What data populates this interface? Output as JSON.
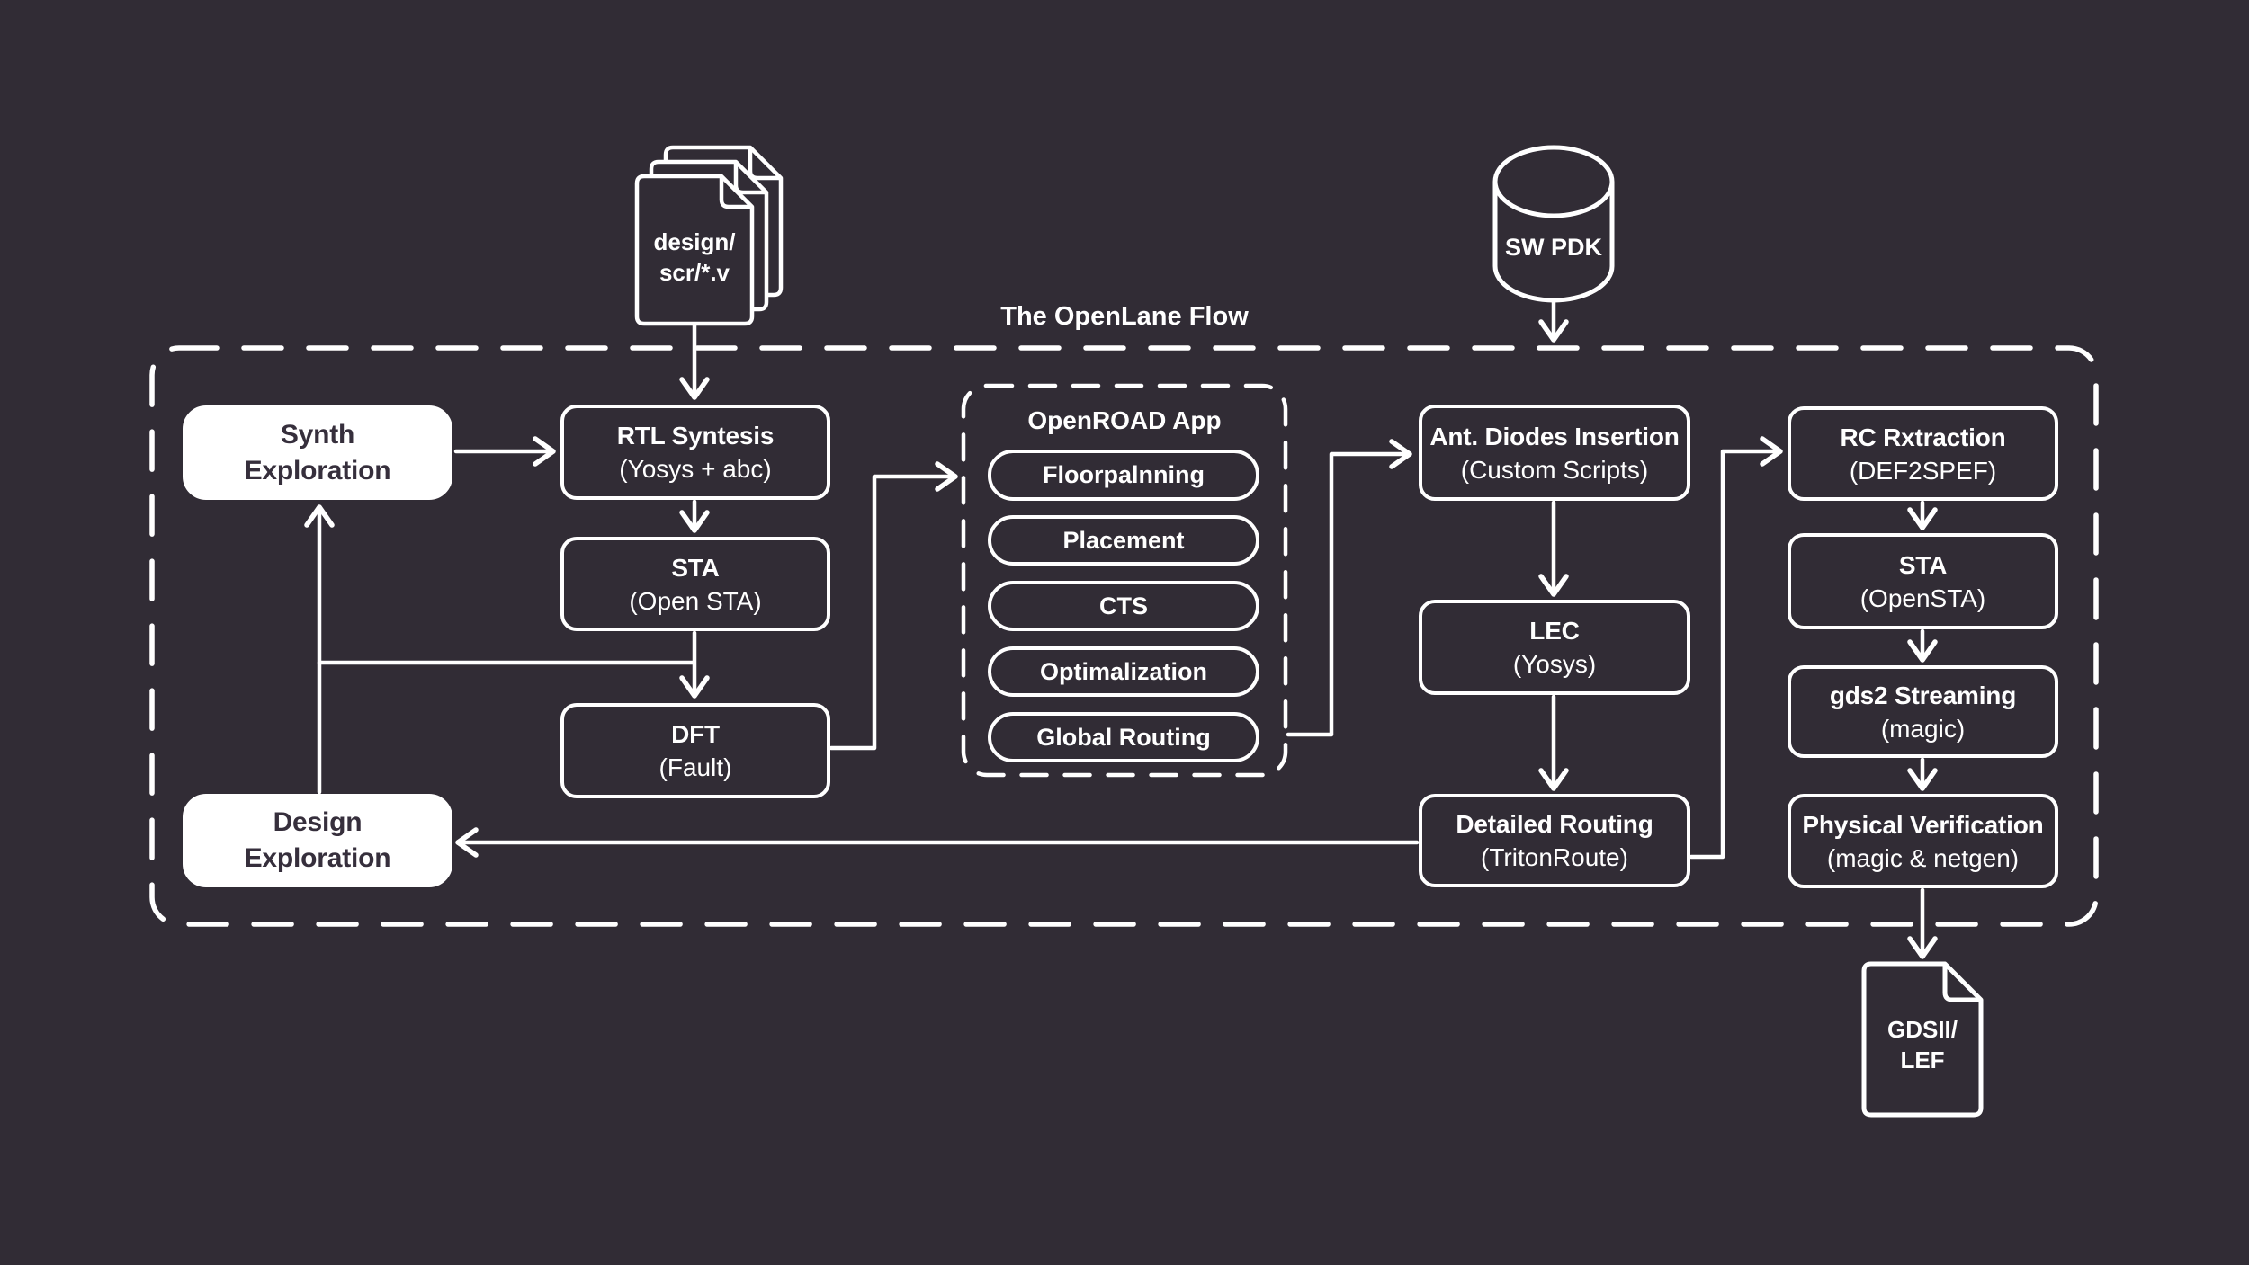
{
  "title": "The OpenLane Flow",
  "colors": {
    "background": "#312c35",
    "stroke": "#ffffff",
    "node_text": "#ffffff",
    "filled_node_text": "#362f3c"
  },
  "inputs": {
    "design_files": {
      "line1": "design/",
      "line2": "scr/*.v"
    },
    "sw_pdk": {
      "label": "SW PDK"
    }
  },
  "output": {
    "gdsii": {
      "line1": "GDSII/",
      "line2": "LEF"
    }
  },
  "nodes": {
    "synth_exploration": {
      "line1": "Synth",
      "line2": "Exploration"
    },
    "rtl_synthesis": {
      "line1": "RTL Syntesis",
      "line2": "(Yosys + abc)"
    },
    "sta_open": {
      "line1": "STA",
      "line2": "(Open STA)"
    },
    "dft": {
      "line1": "DFT",
      "line2": "(Fault)"
    },
    "design_exploration": {
      "line1": "Design",
      "line2": "Exploration"
    },
    "ant_diodes": {
      "line1": "Ant. Diodes Insertion",
      "line2": "(Custom Scripts)"
    },
    "lec": {
      "line1": "LEC",
      "line2": "(Yosys)"
    },
    "detailed_routing": {
      "line1": "Detailed Routing",
      "line2": "(TritonRoute)"
    },
    "rc_extraction": {
      "line1": "RC Rxtraction",
      "line2": "(DEF2SPEF)"
    },
    "sta_opensta": {
      "line1": "STA",
      "line2": "(OpenSTA)"
    },
    "gds2_streaming": {
      "line1": "gds2 Streaming",
      "line2": "(magic)"
    },
    "physical_verification": {
      "line1": "Physical Verification",
      "line2": "(magic & netgen)"
    }
  },
  "openroad": {
    "title": "OpenROAD App",
    "steps": [
      "Floorpalnning",
      "Placement",
      "CTS",
      "Optimalization",
      "Global Routing"
    ]
  }
}
